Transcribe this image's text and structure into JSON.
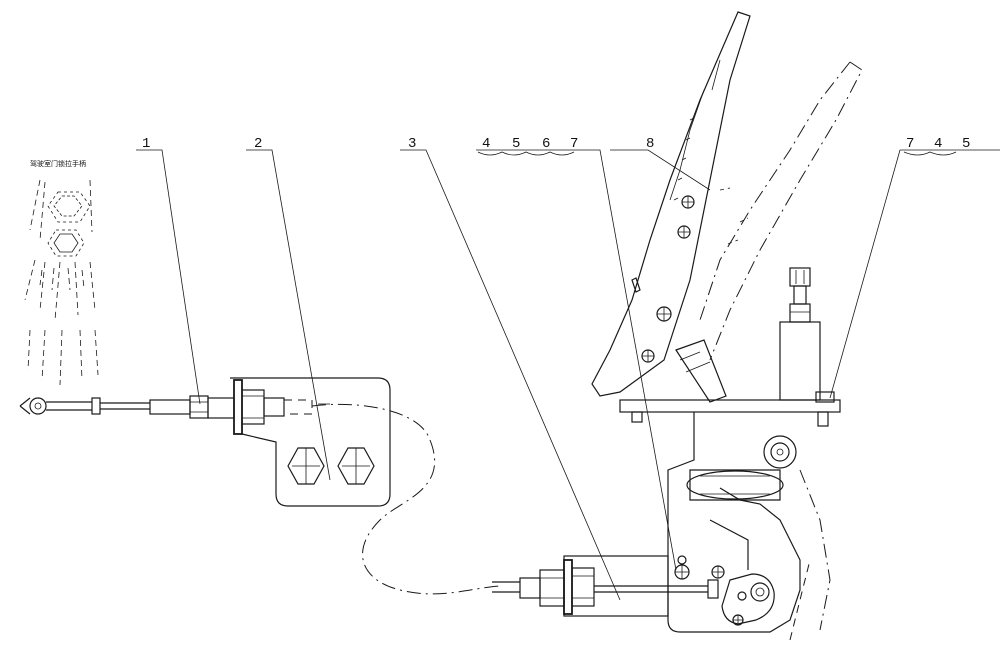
{
  "diagram": {
    "note_text": "驾驶室门锁拉手柄",
    "callouts": {
      "c1": "1",
      "c2": "2",
      "c3": "3",
      "c4a": "4",
      "c5a": "5",
      "c6": "6",
      "c7a": "7",
      "c8": "8",
      "c7b": "7",
      "c4b": "4",
      "c5b": "5"
    }
  }
}
